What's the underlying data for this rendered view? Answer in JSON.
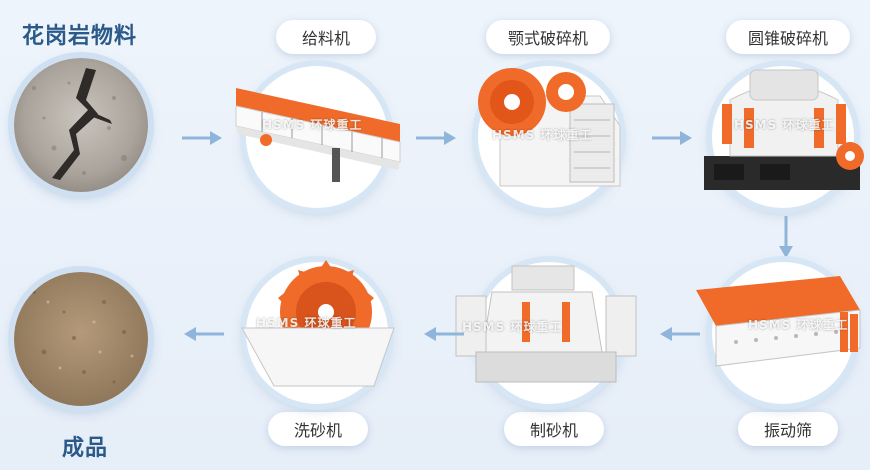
{
  "source_label": "花岗岩物料",
  "product_label": "成品",
  "steps": [
    {
      "label": "给料机"
    },
    {
      "label": "颚式破碎机"
    },
    {
      "label": "圆锥破碎机"
    },
    {
      "label": "振动筛"
    },
    {
      "label": "制砂机"
    },
    {
      "label": "洗砂机"
    }
  ],
  "watermark": "HSMS 环球重工",
  "colors": {
    "accent_orange": "#f06a2a",
    "title_blue": "#2b5a8a",
    "arrow_blue": "#8fb5da",
    "ring": "#d7e6f5"
  }
}
